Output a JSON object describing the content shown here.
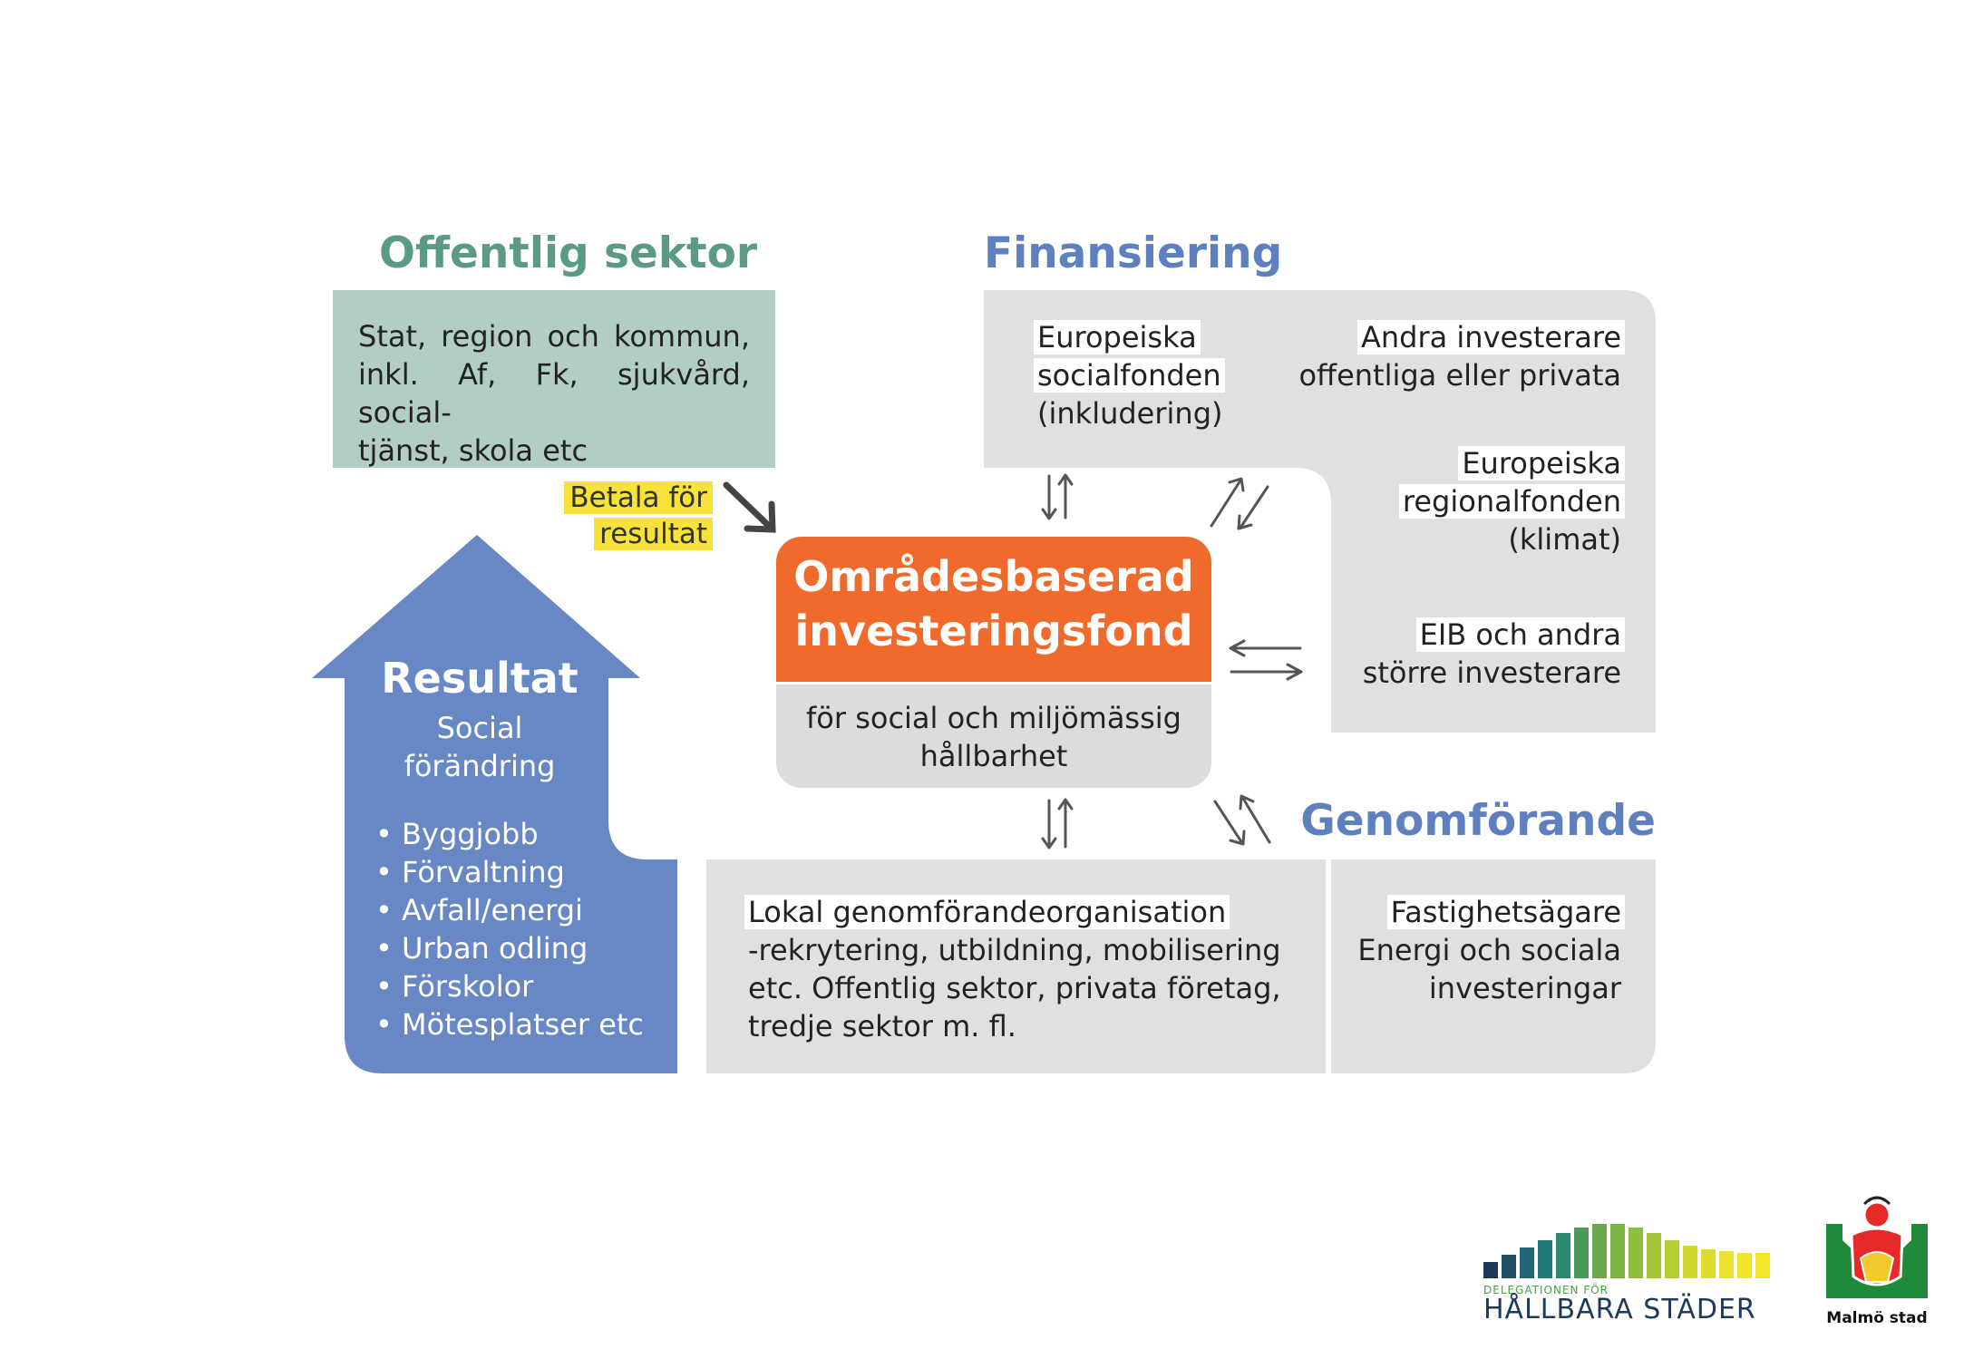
{
  "public_sector": {
    "heading": "Offentlig sektor",
    "lines": [
      "Stat, region och kommun,",
      "inkl. Af, Fk, sjukvård, social-",
      "tjänst, skola etc"
    ]
  },
  "pay_for_results": [
    "Betala för",
    "resultat"
  ],
  "results": {
    "heading": "Resultat",
    "subheading": [
      "Social",
      "förändring"
    ],
    "items": [
      "Byggjobb",
      "Förvaltning",
      "Avfall/energi",
      "Urban odling",
      "Förskolor",
      "Mötesplatser etc"
    ]
  },
  "fund": {
    "title": [
      "Områdesbaserad",
      "investeringsfond"
    ],
    "subtitle": [
      "för social och miljömässig",
      "hållbarhet"
    ]
  },
  "financing": {
    "heading": "Finansiering",
    "esf": [
      "Europeiska",
      "socialfonden",
      "(inkludering)"
    ],
    "other": [
      "Andra investerare",
      "offentliga eller privata"
    ],
    "erdf": [
      "Europeiska",
      "regionalfonden",
      "(klimat)"
    ],
    "eib": [
      "EIB och andra",
      "större investerare"
    ]
  },
  "implementation": {
    "heading": "Genomförande",
    "local": [
      "Lokal genomförandeorganisation",
      "-rekrytering, utbildning, mobilisering",
      "etc. Offentlig sektor, privata företag,",
      "tredje sektor m. fl."
    ],
    "owners": [
      "Fastighetsägare",
      "Energi och sociala",
      "investeringar"
    ]
  },
  "logos": {
    "delegation_small": "DELEGATIONEN FÖR",
    "delegation_big": "HÅLLBARA STÄDER",
    "malmo": "Malmö stad"
  },
  "colors": {
    "green_heading": "#5b9b84",
    "blue_heading": "#5e80bf",
    "green_box": "#b2cdc2",
    "gray_box": "#e0e0e1",
    "arrow_blue": "#6787c5",
    "fund_orange": "#f06a2c",
    "yellow": "#f6e239"
  }
}
